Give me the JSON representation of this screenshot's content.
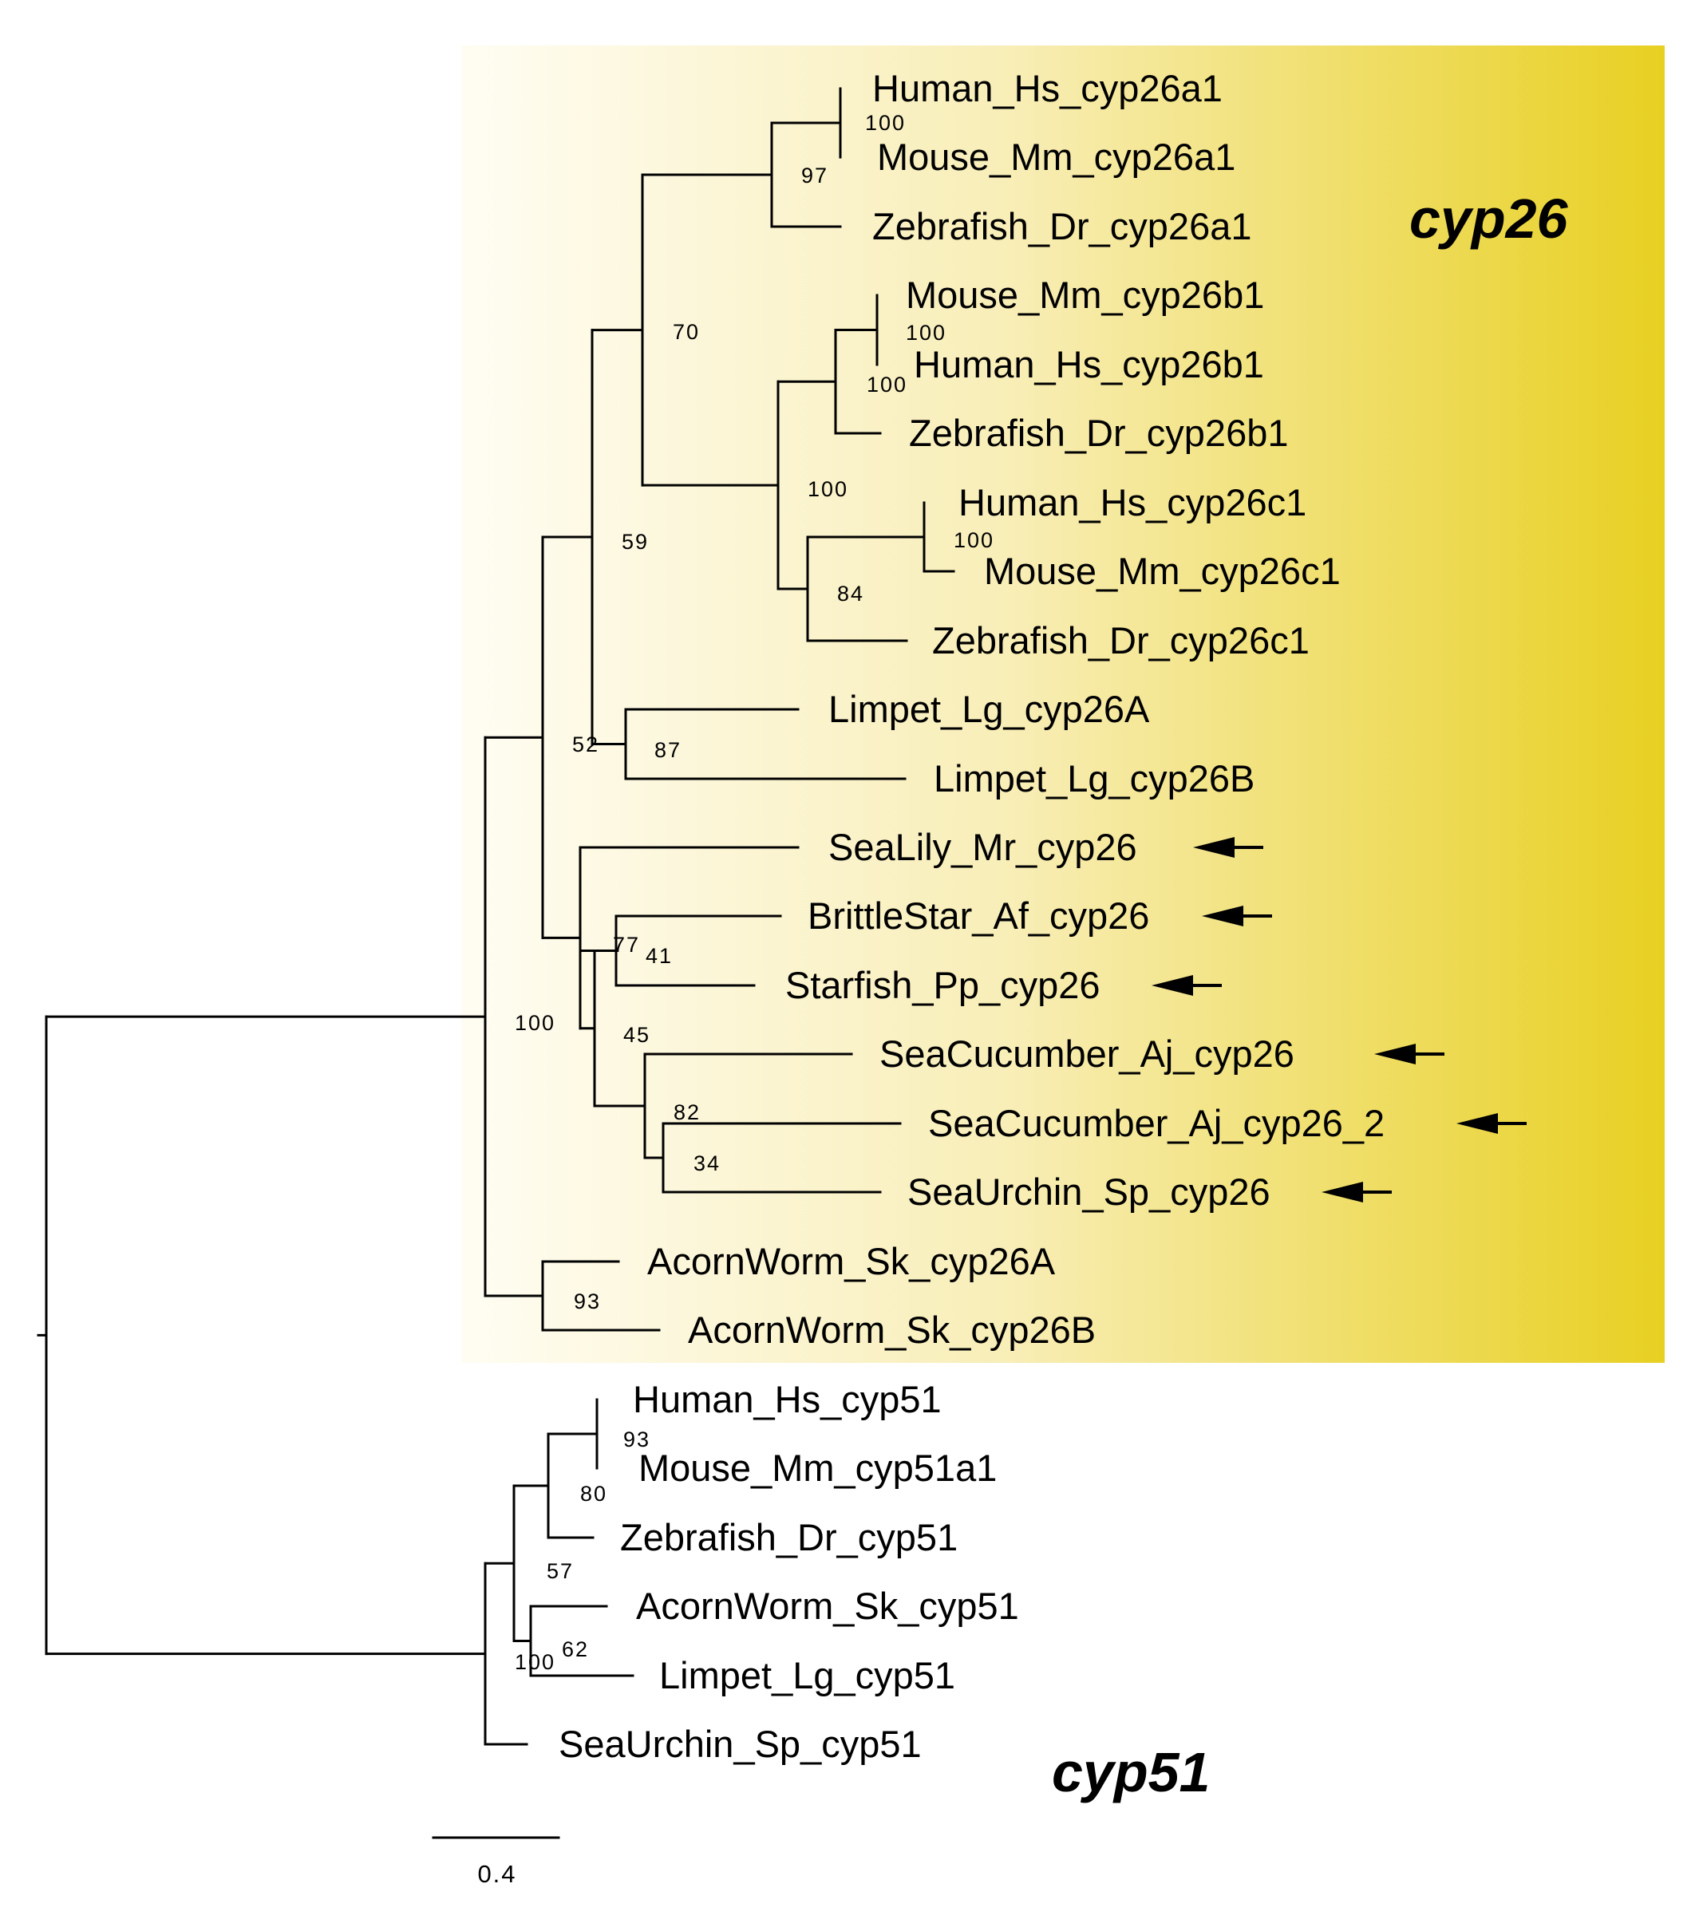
{
  "colors": {
    "highlight_start": "#fffdf3",
    "highlight_end": "#e8d022",
    "line": "#000000"
  },
  "clade_labels": {
    "cyp26": "cyp26",
    "cyp51": "cyp51"
  },
  "scale_bar": {
    "label": "0.4",
    "value": 0.4
  },
  "leaves": [
    {
      "id": "l0",
      "label": "Human_Hs_cyp26a1",
      "clade": "cyp26",
      "marked": false
    },
    {
      "id": "l1",
      "label": "Mouse_Mm_cyp26a1",
      "clade": "cyp26",
      "marked": false
    },
    {
      "id": "l2",
      "label": "Zebrafish_Dr_cyp26a1",
      "clade": "cyp26",
      "marked": false
    },
    {
      "id": "l3",
      "label": "Mouse_Mm_cyp26b1",
      "clade": "cyp26",
      "marked": false
    },
    {
      "id": "l4",
      "label": "Human_Hs_cyp26b1",
      "clade": "cyp26",
      "marked": false
    },
    {
      "id": "l5",
      "label": "Zebrafish_Dr_cyp26b1",
      "clade": "cyp26",
      "marked": false
    },
    {
      "id": "l6",
      "label": "Human_Hs_cyp26c1",
      "clade": "cyp26",
      "marked": false
    },
    {
      "id": "l7",
      "label": "Mouse_Mm_cyp26c1",
      "clade": "cyp26",
      "marked": false
    },
    {
      "id": "l8",
      "label": "Zebrafish_Dr_cyp26c1",
      "clade": "cyp26",
      "marked": false
    },
    {
      "id": "l9",
      "label": "Limpet_Lg_cyp26A",
      "clade": "cyp26",
      "marked": false
    },
    {
      "id": "l10",
      "label": "Limpet_Lg_cyp26B",
      "clade": "cyp26",
      "marked": false
    },
    {
      "id": "l11",
      "label": "SeaLily_Mr_cyp26",
      "clade": "cyp26",
      "marked": true
    },
    {
      "id": "l12",
      "label": "BrittleStar_Af_cyp26",
      "clade": "cyp26",
      "marked": true
    },
    {
      "id": "l13",
      "label": "Starfish_Pp_cyp26",
      "clade": "cyp26",
      "marked": true
    },
    {
      "id": "l14",
      "label": "SeaCucumber_Aj_cyp26",
      "clade": "cyp26",
      "marked": true
    },
    {
      "id": "l15",
      "label": "SeaCucumber_Aj_cyp26_2",
      "clade": "cyp26",
      "marked": true
    },
    {
      "id": "l16",
      "label": "SeaUrchin_Sp_cyp26",
      "clade": "cyp26",
      "marked": true
    },
    {
      "id": "l17",
      "label": "AcornWorm_Sk_cyp26A",
      "clade": "cyp26",
      "marked": false
    },
    {
      "id": "l18",
      "label": "AcornWorm_Sk_cyp26B",
      "clade": "cyp26",
      "marked": false
    },
    {
      "id": "l19",
      "label": "Human_Hs_cyp51",
      "clade": "cyp51",
      "marked": false
    },
    {
      "id": "l20",
      "label": "Mouse_Mm_cyp51a1",
      "clade": "cyp51",
      "marked": false
    },
    {
      "id": "l21",
      "label": "Zebrafish_Dr_cyp51",
      "clade": "cyp51",
      "marked": false
    },
    {
      "id": "l22",
      "label": "AcornWorm_Sk_cyp51",
      "clade": "cyp51",
      "marked": false
    },
    {
      "id": "l23",
      "label": "Limpet_Lg_cyp51",
      "clade": "cyp51",
      "marked": false
    },
    {
      "id": "l24",
      "label": "SeaUrchin_Sp_cyp51",
      "clade": "cyp51",
      "marked": false
    }
  ],
  "bootstrap_values": [
    {
      "id": "b_hs_mm_26a1",
      "label": "100"
    },
    {
      "id": "b_26a1",
      "label": "97"
    },
    {
      "id": "b_vert26",
      "label": "70"
    },
    {
      "id": "b_mm_hs_26b1",
      "label": "100"
    },
    {
      "id": "b_26b1",
      "label": "100"
    },
    {
      "id": "b_26bc",
      "label": "100"
    },
    {
      "id": "b_hs_mm_26c1",
      "label": "100"
    },
    {
      "id": "b_26c1",
      "label": "84"
    },
    {
      "id": "b_bilat",
      "label": "59"
    },
    {
      "id": "b_ptero",
      "label": "52"
    },
    {
      "id": "b_limpet",
      "label": "87"
    },
    {
      "id": "b_ast_pair",
      "label": "77"
    },
    {
      "id": "b_ast",
      "label": "41"
    },
    {
      "id": "b_echino_core",
      "label": "45"
    },
    {
      "id": "b_cuke_urchin",
      "label": "82"
    },
    {
      "id": "b_cuke2_urchin",
      "label": "34"
    },
    {
      "id": "b_acorn26",
      "label": "93"
    },
    {
      "id": "b_cyp26_root",
      "label": "100"
    },
    {
      "id": "b_hs_mm_51",
      "label": "93"
    },
    {
      "id": "b_vert51",
      "label": "80"
    },
    {
      "id": "b_51_core",
      "label": "57"
    },
    {
      "id": "b_acorn_limpet51",
      "label": "62"
    },
    {
      "id": "b_51_inner",
      "label": "100"
    }
  ]
}
